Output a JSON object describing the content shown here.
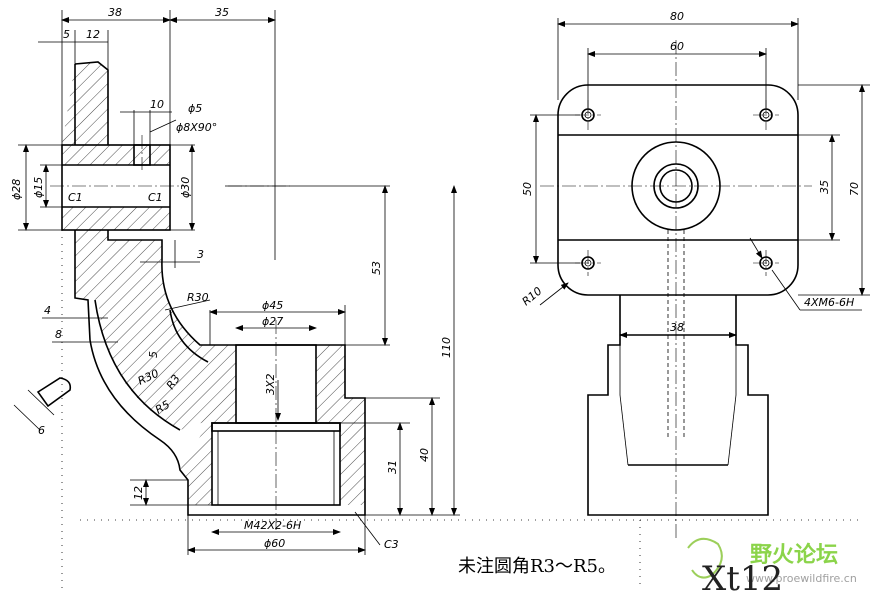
{
  "dimensions": {
    "d38": "38",
    "d35": "35",
    "d5": "5",
    "d12": "12",
    "d10": "10",
    "phi5": "ϕ5",
    "phi8x90": "ϕ8X90°",
    "phi28": "ϕ28",
    "phi15": "ϕ15",
    "c1_left": "C1",
    "c1_right": "C1",
    "phi30": "ϕ30",
    "d3": "3",
    "d53": "53",
    "d4": "4",
    "d8": "8",
    "r30_top": "R30",
    "phi45": "ϕ45",
    "phi27": "ϕ27",
    "d5_small": "5",
    "r30_left": "R30",
    "r3": "R3",
    "r5": "R5",
    "d6": "6",
    "d3x2": "3X2",
    "d110": "110",
    "d40": "40",
    "d31": "31",
    "d12_bottom": "12",
    "m42": "M42X2-6H",
    "phi60": "ϕ60",
    "c3": "C3",
    "d80": "80",
    "d60": "60",
    "d50": "50",
    "d35_right": "35",
    "d70": "70",
    "r10": "R10",
    "thread4": "4XM6-6H",
    "d38_right": "38"
  },
  "note": "未注圆角R3～R5。",
  "watermark": {
    "logo_text": "野火论坛",
    "url": "www.proewildfire.cn",
    "label": "Xt12"
  }
}
